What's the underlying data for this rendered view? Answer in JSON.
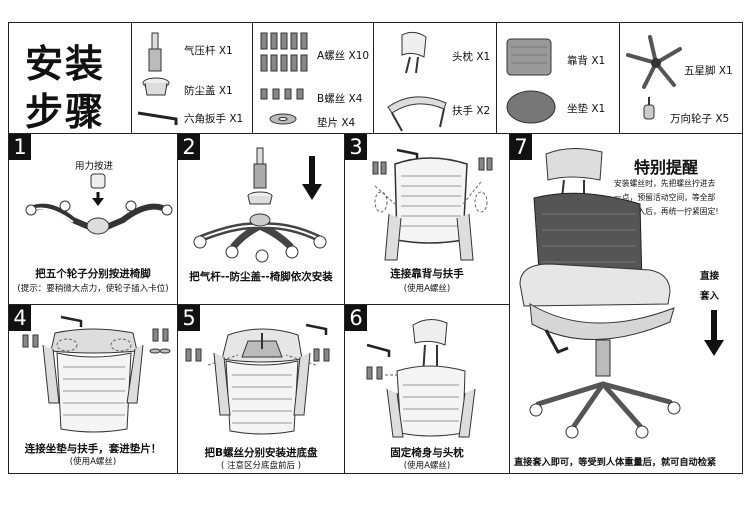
{
  "title": {
    "line1": "安装",
    "line2": "步骤"
  },
  "parts": [
    {
      "label": "气压杆 X1",
      "icon": "gas-lift-icon"
    },
    {
      "label": "防尘盖 X1",
      "icon": "dust-cover-icon"
    },
    {
      "label": "六角扳手 X1",
      "icon": "hex-wrench-icon"
    },
    {
      "label": "A螺丝 X10",
      "icon": "screw-a-icon"
    },
    {
      "label": "B螺丝 X4",
      "icon": "screw-b-icon"
    },
    {
      "label": "垫片 X4",
      "icon": "washer-icon"
    },
    {
      "label": "头枕 X1",
      "icon": "headrest-icon"
    },
    {
      "label": "扶手 X2",
      "icon": "armrest-icon"
    },
    {
      "label": "靠背 X1",
      "icon": "backrest-icon"
    },
    {
      "label": "坐垫 X1",
      "icon": "seat-cushion-icon"
    },
    {
      "label": "五星脚 X1",
      "icon": "five-star-base-icon"
    },
    {
      "label": "万向轮子 X5",
      "icon": "caster-wheel-icon"
    }
  ],
  "steps": [
    {
      "number": "1",
      "top_note": "用力按进",
      "caption": "把五个轮子分别按进椅脚",
      "sub": "(提示：要稍微大点力，使轮子插入卡位)"
    },
    {
      "number": "2",
      "caption": "把气杆--防尘盖--椅脚依次安装",
      "sub": ""
    },
    {
      "number": "3",
      "caption": "连接靠背与扶手",
      "sub": "(使用A螺丝)"
    },
    {
      "number": "4",
      "caption": "连接坐垫与扶手，套进垫片！",
      "sub": "(使用A螺丝)"
    },
    {
      "number": "5",
      "caption": "把B螺丝分别安装进底盘",
      "sub": "( 注意区分底盘前后 )"
    },
    {
      "number": "6",
      "caption": "固定椅身与头枕",
      "sub": "(使用A螺丝)"
    },
    {
      "number": "7",
      "heading": "特别提醒",
      "note": [
        "安装螺丝时，先把螺丝拧进去",
        "一点，预留活动空间，等全部",
        "螺丝插入后，再统一拧紧固定!"
      ],
      "arrow_label": [
        "直接",
        "套入"
      ],
      "caption": "直接套入即可，等受到人体重量后，就可自动检紧"
    }
  ]
}
